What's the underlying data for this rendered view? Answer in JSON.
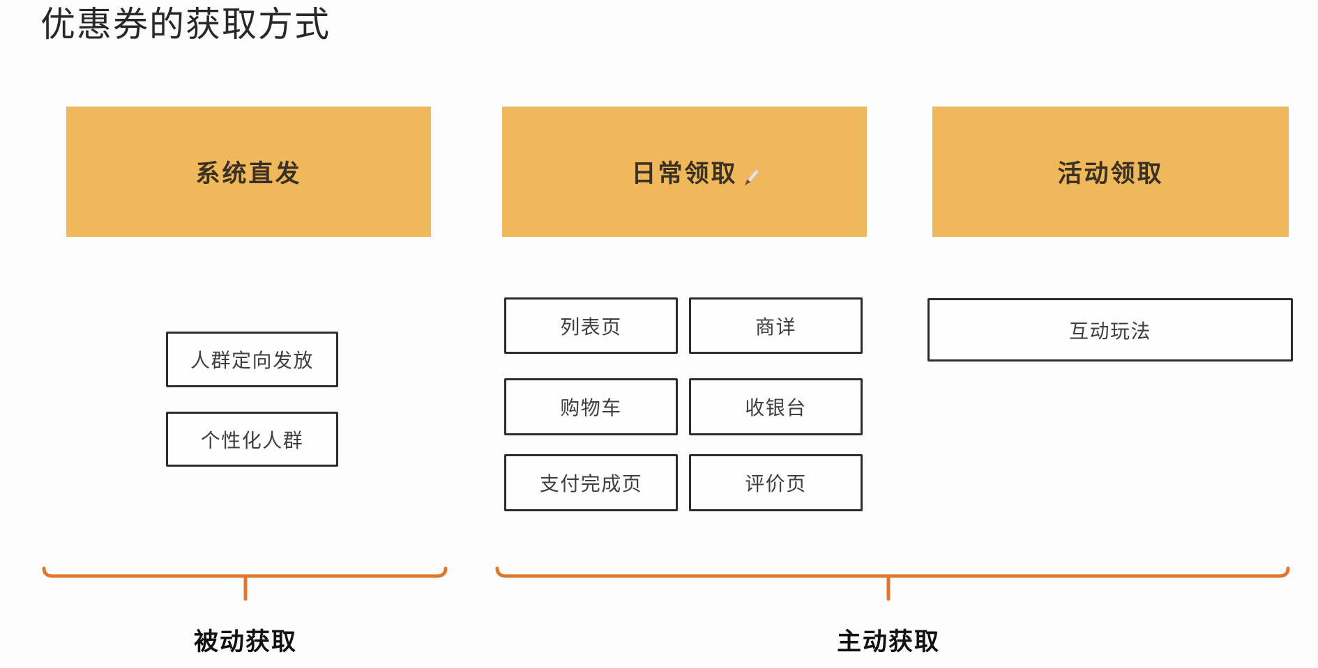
{
  "title": "优惠券的获取方式",
  "colors": {
    "header_fill": "#efb85b",
    "header_text": "#3a3124",
    "node_border": "#2d2d2d",
    "node_text": "#3f3f3f",
    "brace": "#e0772e",
    "group_label_text": "#111111",
    "title_text": "#282828",
    "background": "#fcfcfc"
  },
  "icons": {
    "pen_cursor_icon": "✎"
  },
  "columns": [
    {
      "header": "系统直发",
      "items": [
        "人群定向发放",
        "个性化人群"
      ]
    },
    {
      "header": "日常领取",
      "items": [
        "列表页",
        "商详",
        "购物车",
        "收银台",
        "支付完成页",
        "评价页"
      ]
    },
    {
      "header": "活动领取",
      "items": [
        "互动玩法"
      ]
    }
  ],
  "braces": [
    {
      "label": "被动获取"
    },
    {
      "label": "主动获取"
    }
  ]
}
